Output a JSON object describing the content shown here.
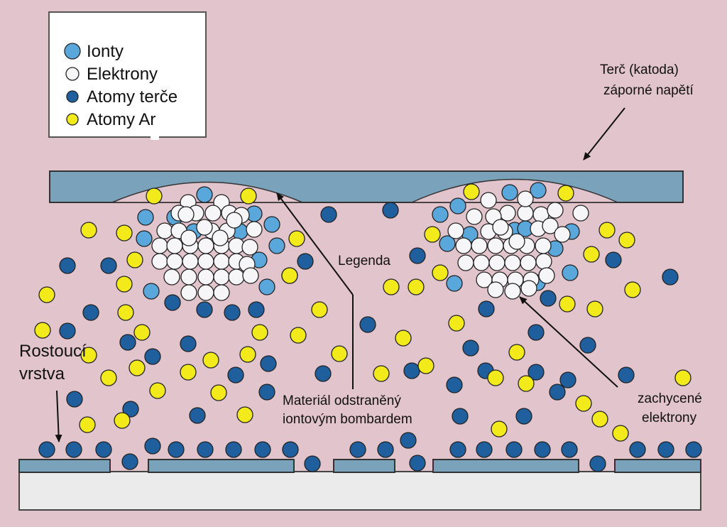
{
  "colors": {
    "background": "#e2c4cc",
    "target": "#7aa3bb",
    "film": "#7aa3bb",
    "substrate": "#ebebeb",
    "ion": "#5aa7dc",
    "electron": "#f6f6f8",
    "target_atom": "#1f5f9e",
    "ar_atom": "#f2ea1a",
    "outline": "#222222"
  },
  "legend": {
    "items": [
      {
        "label": "Ionty",
        "kind": "ion"
      },
      {
        "label": "Elektrony",
        "kind": "electron"
      },
      {
        "label": "Atomy terče",
        "kind": "target_atom"
      },
      {
        "label": "Atomy Ar",
        "kind": "ar_atom"
      }
    ]
  },
  "annotations": {
    "target_line1": "Terč (katoda)",
    "target_line2": "záporné napětí",
    "legend_pointer": "Legenda",
    "film_line1": "Rostoucí",
    "film_line2": "vrstva",
    "material_line1": "Materiál odstraněný",
    "material_line2": "iontovým bombardem",
    "electrons_line1": "zachycené",
    "electrons_line2": "elektrony"
  }
}
